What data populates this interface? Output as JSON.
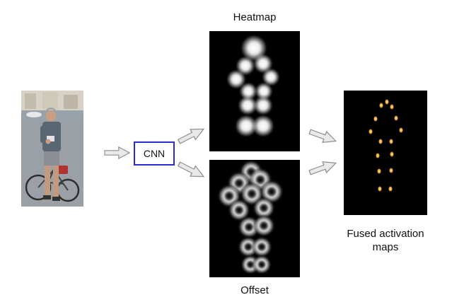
{
  "figure": {
    "cnn_label": "CNN",
    "heatmap_label": "Heatmap",
    "offset_label": "Offset",
    "fused_label": "Fused activation maps"
  },
  "colors": {
    "cnn_border": "#2a2ad0",
    "arrow_fill": "#e9e9e9",
    "arrow_stroke": "#8f8f8f",
    "panel_bg": "#000000",
    "fused_dot": "#e8a83a"
  },
  "panels": {
    "heatmap": {
      "points": [
        [
          49,
          14,
          36
        ],
        [
          40,
          29,
          26
        ],
        [
          59,
          27,
          26
        ],
        [
          30,
          40,
          26
        ],
        [
          68,
          38,
          24
        ],
        [
          43,
          50,
          24
        ],
        [
          60,
          50,
          24
        ],
        [
          42,
          62,
          26
        ],
        [
          59,
          62,
          26
        ],
        [
          41,
          79,
          30
        ],
        [
          59,
          79,
          30
        ]
      ]
    },
    "offset": {
      "points": [
        [
          46,
          10,
          34
        ],
        [
          33,
          20,
          34
        ],
        [
          56,
          17,
          34
        ],
        [
          22,
          31,
          34
        ],
        [
          47,
          29,
          34
        ],
        [
          69,
          27,
          34
        ],
        [
          33,
          43,
          32
        ],
        [
          60,
          41,
          32
        ],
        [
          44,
          57,
          32
        ],
        [
          60,
          56,
          32
        ],
        [
          43,
          74,
          30
        ],
        [
          58,
          74,
          30
        ],
        [
          45,
          89,
          28
        ],
        [
          58,
          89,
          28
        ]
      ]
    },
    "fused": {
      "points": [
        [
          45,
          12
        ],
        [
          52,
          9
        ],
        [
          58,
          13
        ],
        [
          38,
          23
        ],
        [
          63,
          22
        ],
        [
          32,
          33
        ],
        [
          69,
          32
        ],
        [
          44,
          41
        ],
        [
          57,
          41
        ],
        [
          41,
          52
        ],
        [
          58,
          51
        ],
        [
          42,
          65
        ],
        [
          57,
          64
        ],
        [
          43,
          79
        ],
        [
          56,
          79
        ]
      ]
    }
  }
}
